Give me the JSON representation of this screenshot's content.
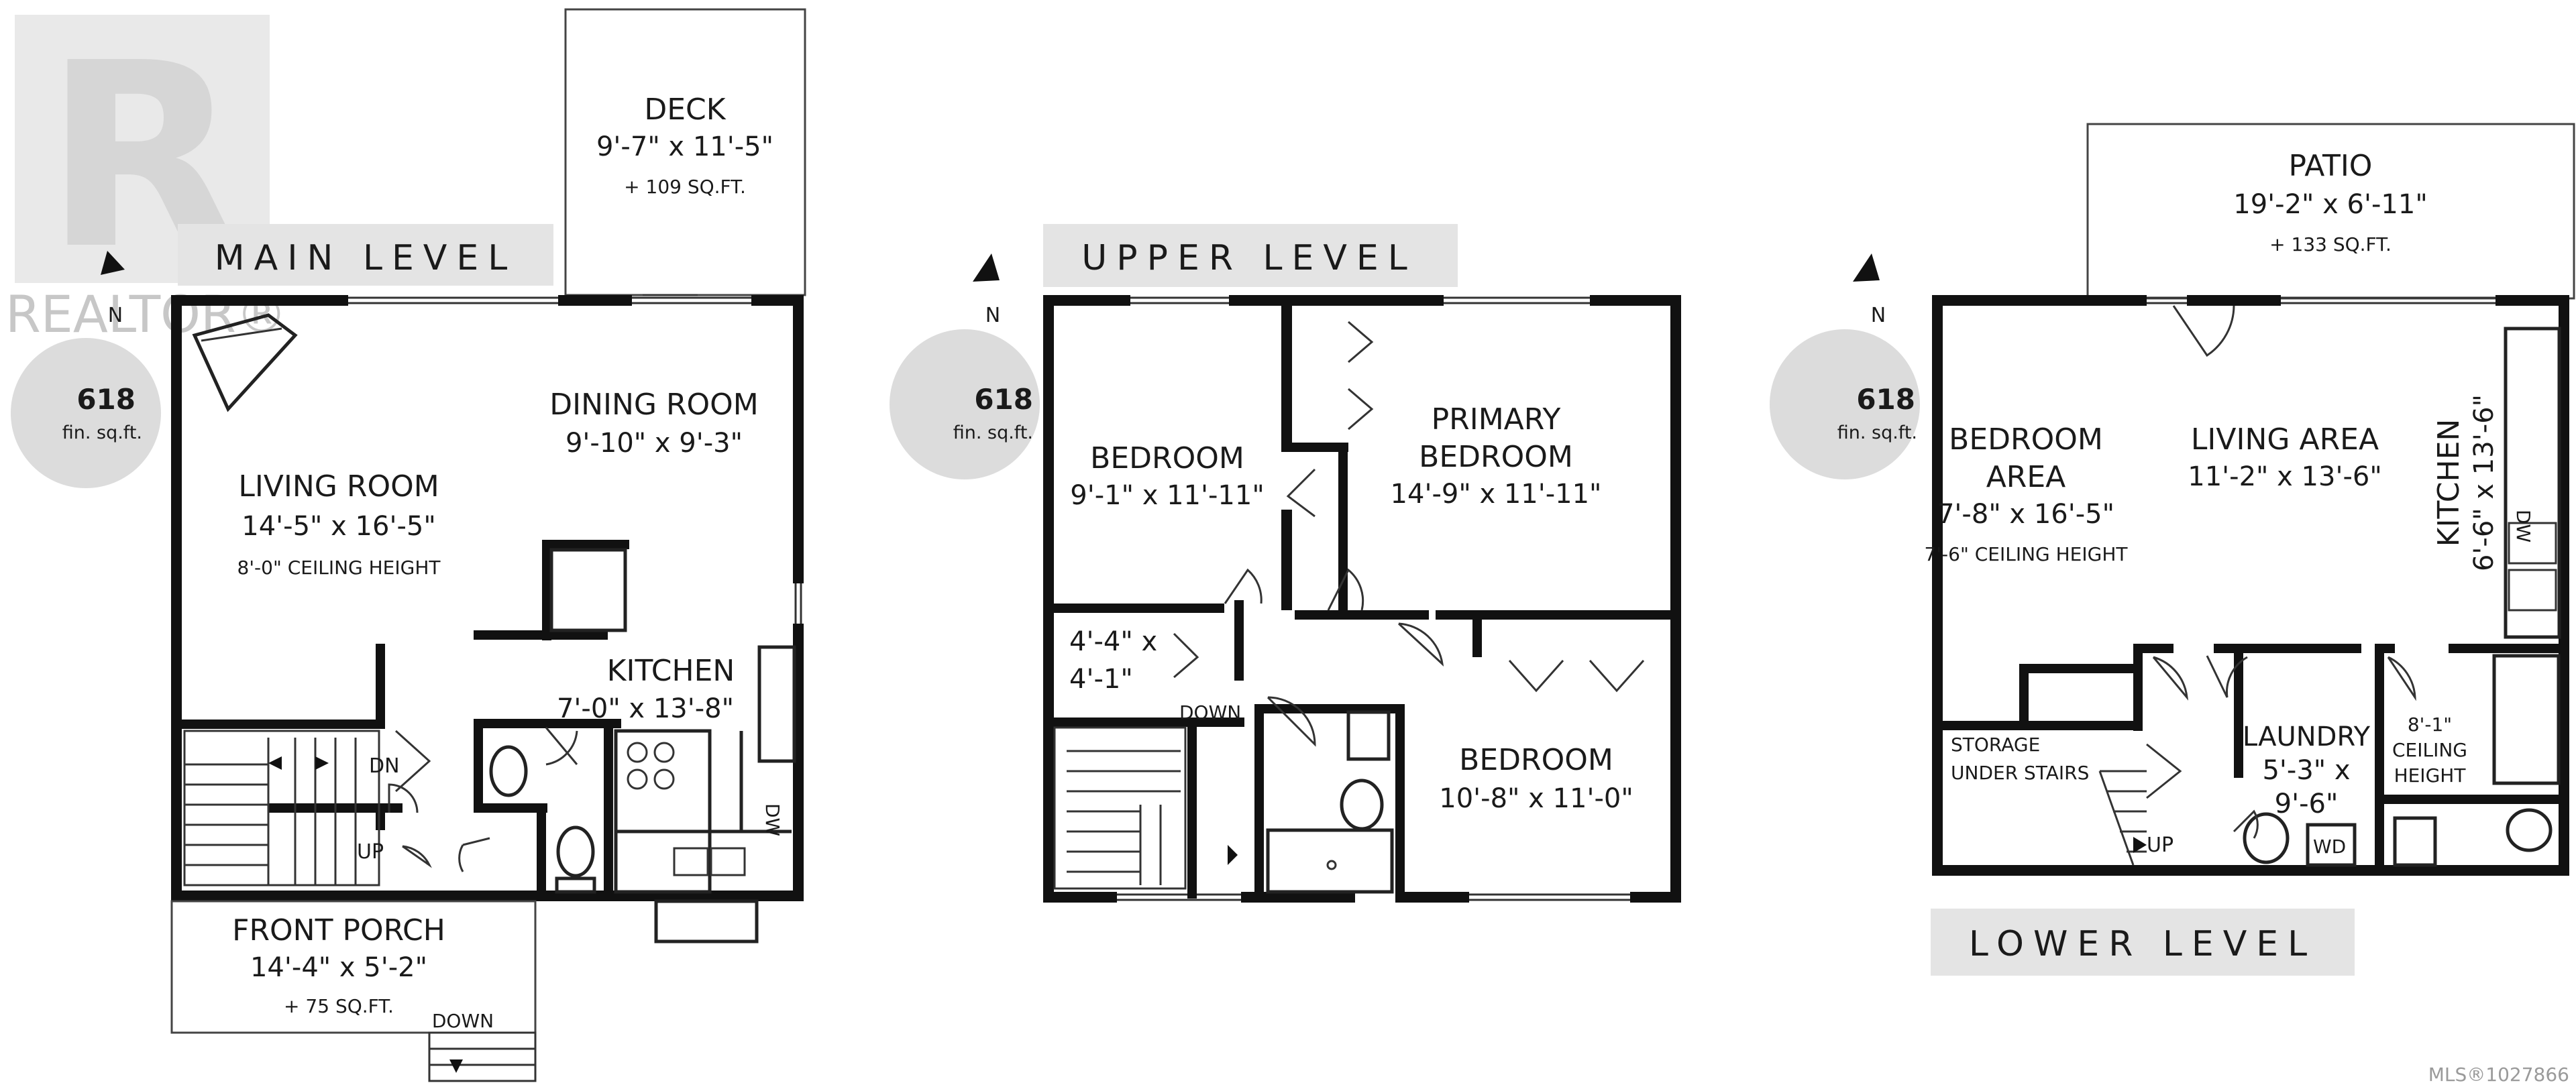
{
  "branding": {
    "logo_letter": "R",
    "logo_text": "REALTOR®",
    "mls": "MLS®1027866"
  },
  "compass": {
    "north": "N"
  },
  "levels": {
    "main": {
      "label": "MAIN LEVEL",
      "sqft": "618",
      "sqft_unit": "fin. sq.ft.",
      "rooms": {
        "deck": {
          "name": "DECK",
          "dims": "9'-7\" x 11'-5\"",
          "note": "+ 109 SQ.FT."
        },
        "dining": {
          "name": "DINING ROOM",
          "dims": "9'-10\" x 9'-3\""
        },
        "living": {
          "name": "LIVING ROOM",
          "dims": "14'-5\" x 16'-5\"",
          "note": "8'-0\" CEILING HEIGHT"
        },
        "kitchen": {
          "name": "KITCHEN",
          "dims": "7'-0\" x 13'-8\""
        },
        "porch": {
          "name": "FRONT PORCH",
          "dims": "14'-4\" x 5'-2\"",
          "note": "+ 75 SQ.FT."
        }
      },
      "stair_dn": "DN",
      "stair_up": "UP",
      "down": "DOWN",
      "dw": "DW"
    },
    "upper": {
      "label": "UPPER LEVEL",
      "sqft": "618",
      "sqft_unit": "fin. sq.ft.",
      "rooms": {
        "bedroom_left": {
          "name": "BEDROOM",
          "dims": "9'-1\" x 11'-11\""
        },
        "primary": {
          "name1": "PRIMARY",
          "name2": "BEDROOM",
          "dims": "14'-9\" x 11'-11\""
        },
        "closet": {
          "dims1": "4'-4\" x",
          "dims2": "4'-1\""
        },
        "bedroom_right": {
          "name": "BEDROOM",
          "dims": "10'-8\" x 11'-0\""
        }
      },
      "down": "DOWN"
    },
    "lower": {
      "label": "LOWER LEVEL",
      "sqft": "618",
      "sqft_unit": "fin. sq.ft.",
      "rooms": {
        "patio": {
          "name": "PATIO",
          "dims": "19'-2\" x 6'-11\"",
          "note": "+ 133 SQ.FT."
        },
        "bedroom_area": {
          "name1": "BEDROOM",
          "name2": "AREA",
          "dims": "7'-8\" x 16'-5\"",
          "note": "7'-6\" CEILING HEIGHT"
        },
        "living_area": {
          "name": "LIVING AREA",
          "dims": "11'-2\" x 13'-6\""
        },
        "kitchen": {
          "name": "KITCHEN",
          "dims": "6'-6\" x 13'-6\""
        },
        "storage": {
          "name1": "STORAGE",
          "name2": "UNDER STAIRS"
        },
        "laundry": {
          "name": "LAUNDRY",
          "dims1": "5'-3\" x",
          "dims2": "9'-6\""
        },
        "ceiling": {
          "line1": "8'-1\"",
          "line2": "CEILING",
          "line3": "HEIGHT"
        }
      },
      "stair_up": "UP",
      "dw": "DW",
      "wd": "WD"
    }
  }
}
